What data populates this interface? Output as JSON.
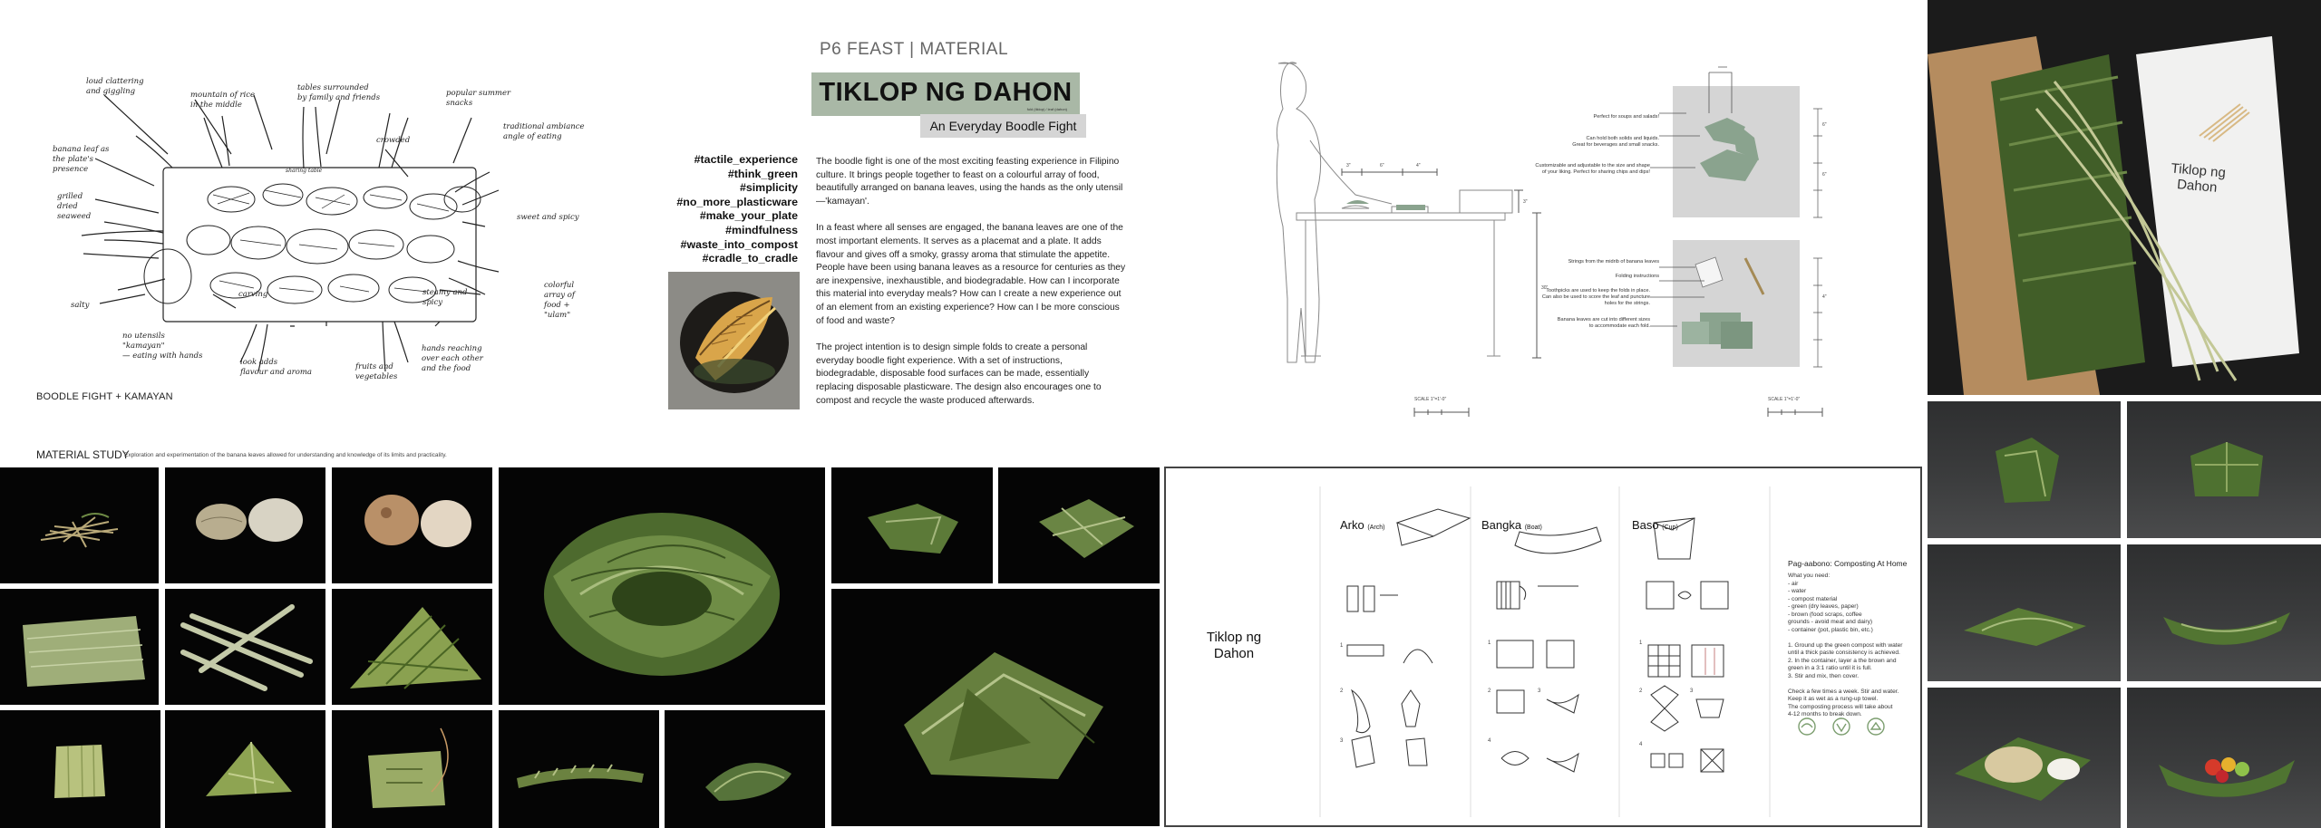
{
  "sketch": {
    "caption": "BOODLE FIGHT + KAMAYAN",
    "notes": [
      "loud clattering\nand giggling",
      "mountain of rice\nin the middle",
      "tables surrounded\nby family and friends",
      "popular summer\nsnacks",
      "banana leaf as\nthe plate's\npresence",
      "crowded",
      "traditional ambiance\nangle of eating",
      "grilled\ndried\nseaweed",
      "sweet and spicy",
      "salty",
      "carving",
      "steamy and\nspicy",
      "colorful\narray of\nfood + \"ulam\"",
      "no utensils\n\"kamayan\"\n— eating with hands",
      "look adds\nflavour and aroma",
      "fruits and\nvegetables",
      "hands reaching\nover each other\nand the food"
    ],
    "table_label": "sharing table"
  },
  "header": {
    "series": "P6 FEAST | MATERIAL",
    "title": "TIKLOP NG DAHON",
    "title_small": "fold (tiklop) / leaf (dahon)",
    "subtitle": "An Everyday Boodle Fight"
  },
  "tags": [
    "#tactile_experience",
    "#think_green",
    "#simplicity",
    "#no_more_plasticware",
    "#make_your_plate",
    "#mindfulness",
    "#waste_into_compost",
    "#cradle_to_cradle"
  ],
  "body": {
    "p1": "The boodle fight is one of the most exciting feasting experience in Filipino culture. It brings people together to feast on a colourful array of food, beautifully arranged on banana leaves, using the hands as the only utensil —'kamayan'.",
    "p2": "In a feast where all senses are engaged, the banana leaves are one of the most important elements. It serves as a placemat and a plate. It adds flavour and gives off a smoky, grassy aroma that stimulate the appetite. People have been using banana leaves as a resource for centuries as they are inexpensive, inexhaustible, and biodegradable. How can I incorporate this material into everyday meals? How can I create a new experience out of an element from an existing experience? How can I be more conscious of food and waste?",
    "p3": "The project intention is to design simple folds to create a personal everyday boodle fight experience. With a set of instructions, biodegradable, disposable food surfaces can be made, essentially replacing disposable plasticware. The design also encourages one to compost and recycle the waste produced afterwards."
  },
  "material_study": {
    "title": "MATERIAL STUDY",
    "subtitle": "Exploration and experimentation of the banana leaves allowed for understanding and knowledge of its limits and practicality."
  },
  "elevation": {
    "notes_top": [
      "Perfect for soups and salads!",
      "Can hold both solids and liquids.\nGreat for beverages and small snacks.",
      "Customizable and adjustable to the size and shape\nof your liking. Perfect for sharing chips and dips!"
    ],
    "notes_bottom": [
      "Strings from the midrib of banana leaves",
      "Folding instructions",
      "Toothpicks are used to keep the folds in place.\nCan also be used to score the leaf and puncture\nholes for the strings.",
      "Banana leaves are cut into different sizes\nto accommodate each fold."
    ],
    "scale_left": "SCALE 1\"=1'-0\"",
    "scale_right": "SCALE 1\"=1'-0\"",
    "dims": [
      "3\"",
      "6\"",
      "4\"",
      "30\"",
      "3\"",
      "6\"",
      "6\"",
      "4\""
    ]
  },
  "envelope": {
    "title": "Tiklop ng\nDahon"
  },
  "sheet": {
    "title": "Tiklop ng\nDahon",
    "columns": [
      {
        "name": "Arko",
        "meaning": "(Arch)"
      },
      {
        "name": "Bangka",
        "meaning": "(Boat)"
      },
      {
        "name": "Baso",
        "meaning": "(Cup)"
      }
    ],
    "compost_title": "Pag-aabono: Composting At Home",
    "compost_text": "What you need:\n- air\n- water\n- compost material\n      - green (dry leaves, paper)\n      - brown (food scraps, coffee\n        grounds - avoid meat and dairy)\n- container (pot, plastic bin, etc.)\n\n1. Ground up the green compost with water\nuntil a thick paste consistency is achieved.\n2. In the container, layer a the brown and\ngreen in a 3:1 ratio until it is full.\n3. Stir and mix, then cover.\n\nCheck a few times a week. Stir and water.\nKeep it as wet as a rung-up towel.\nThe composting process will take about\n4-12 months to break down.",
    "steps": [
      "1",
      "2",
      "3",
      "1",
      "2",
      "3",
      "4",
      "1",
      "2",
      "3",
      "4"
    ]
  },
  "colors": {
    "leaf": "#4f6e34",
    "leaf_light": "#8fa36a",
    "title_bg": "#a9b8a6",
    "subtitle_bg": "#d5d5d5",
    "sage": "#8aa38e"
  }
}
